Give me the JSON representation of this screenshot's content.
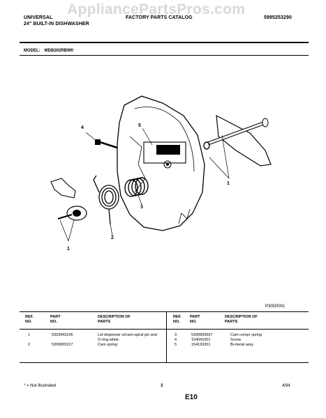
{
  "header": {
    "brand_line": "UNIVERSAL",
    "product_line": "24\" BUILT-IN DISHWASHER",
    "catalog_title": "FACTORY PARTS CATALOG",
    "catalog_number": "5995253290",
    "watermark": "AppliancePartsPros.com"
  },
  "model": {
    "label": "MODEL:",
    "value": "MDB202RBW0"
  },
  "diagram": {
    "code": "P30D0001",
    "callouts": [
      "4",
      "5",
      "1",
      "2",
      "3",
      "1"
    ]
  },
  "parts_table": {
    "headers": {
      "ref_no": "REF. NO.",
      "part_no": "PART NO.",
      "description": "DESCRIPTION OF PARTS"
    },
    "left_rows": [
      {
        "ref": "1",
        "part": "5303943106",
        "desc": "Lid-dispenser w/cam-spiral pin and O-ring-white"
      },
      {
        "ref": "2",
        "part": "5300805227",
        "desc": "Cam spring"
      }
    ],
    "right_rows": [
      {
        "ref": "3",
        "part": "5300806567",
        "desc": "Cam compr spring"
      },
      {
        "ref": "4",
        "part": "154041001",
        "desc": "Screw"
      },
      {
        "ref": "5",
        "part": "154193301",
        "desc": "Bi-metal assy"
      }
    ]
  },
  "footer": {
    "note": "* = Not Illustrated",
    "center_number": "3",
    "page_label": "E10",
    "date": "4/94"
  }
}
